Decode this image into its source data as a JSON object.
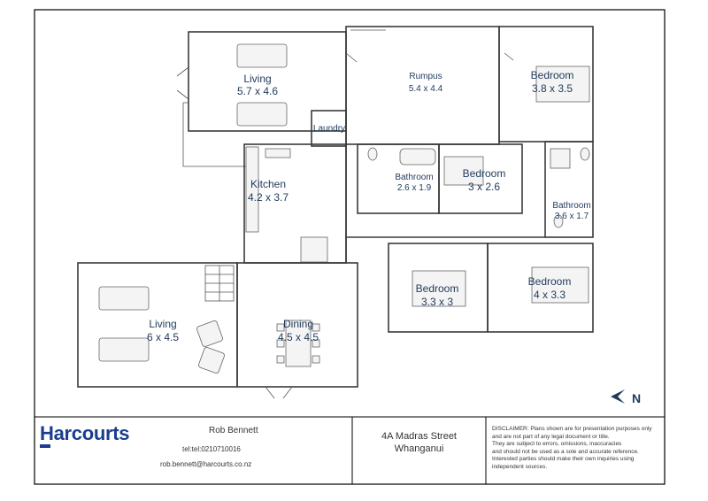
{
  "rooms": {
    "living_top": {
      "name": "Living",
      "dims": "5.7 x 4.6"
    },
    "rumpus": {
      "name": "Rumpus",
      "dims": "5.4 x 4.4"
    },
    "bedroom_top": {
      "name": "Bedroom",
      "dims": "3.8 x 3.5"
    },
    "laundry": {
      "name": "Laundry"
    },
    "kitchen": {
      "name": "Kitchen",
      "dims": "4.2 x 3.7"
    },
    "bathroom_mid": {
      "name": "Bathroom",
      "dims": "2.6 x 1.9"
    },
    "bedroom_mid": {
      "name": "Bedroom",
      "dims": "3 x 2.6"
    },
    "bathroom_right": {
      "name": "Bathroom",
      "dims": "3.6 x 1.7"
    },
    "bedroom_bl": {
      "name": "Bedroom",
      "dims": "3.3 x 3"
    },
    "bedroom_br": {
      "name": "Bedroom",
      "dims": "4 x 3.3"
    },
    "living_bottom": {
      "name": "Living",
      "dims": "6 x 4.5"
    },
    "dining": {
      "name": "Dining",
      "dims": "4.5 x 4.5"
    }
  },
  "compass": {
    "letter": "N"
  },
  "footer": {
    "brand": "Harcourts",
    "agent_name": "Rob Bennett",
    "agent_phone": "tel:tel:0210710016",
    "agent_email": "rob.bennett@harcourts.co.nz",
    "address_line1": "4A Madras Street",
    "address_line2": "Whanganui",
    "disclaimer": [
      "DISCLAIMER:  Plans shown are for presentation purposes only",
      "and are not part of any legal document or title.",
      "They are subject to errors, omissions, inaccuracies",
      "and should not be used as a sole and accurate reference.",
      "Interested parties should make their own inquiries using",
      "independent sources."
    ]
  },
  "colors": {
    "brand": "#1a3d8f",
    "label": "#1f3a5a",
    "wall": "#3a3a3a"
  }
}
